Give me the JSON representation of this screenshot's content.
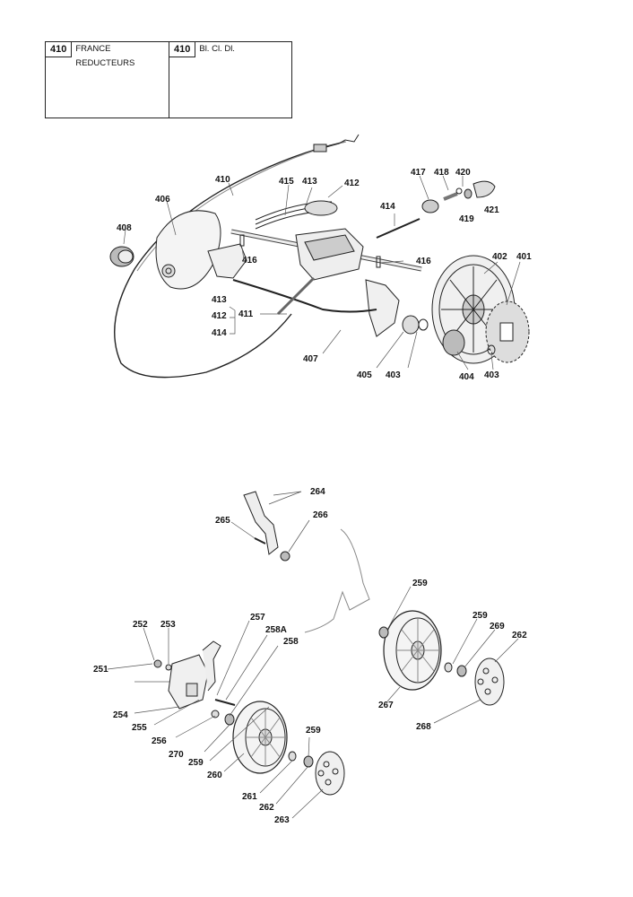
{
  "variants": [
    {
      "code": "410",
      "text": "FRANCE REDUCTEURS"
    },
    {
      "code": "410",
      "text": "Bl. Cl. Dl."
    }
  ],
  "labels": {
    "l410": "410",
    "l406": "406",
    "l408": "408",
    "l415": "415",
    "l413a": "413",
    "l412a": "412",
    "l417": "417",
    "l418": "418",
    "l420": "420",
    "l419": "419",
    "l421": "421",
    "l414a": "414",
    "l416a": "416",
    "l416b": "416",
    "l402": "402",
    "l401": "401",
    "l413b": "413",
    "l412b": "412",
    "l411": "411",
    "l414b": "414",
    "l407": "407",
    "l405": "405",
    "l403a": "403",
    "l404": "404",
    "l403b": "403",
    "l264": "264",
    "l265": "265",
    "l266": "266",
    "l259a": "259",
    "l252": "252",
    "l253": "253",
    "l257": "257",
    "l258A": "258A",
    "l258": "258",
    "l259b": "259",
    "l269": "269",
    "l262a": "262",
    "l251": "251",
    "l254": "254",
    "l255": "255",
    "l256": "256",
    "l270": "270",
    "l259c": "259",
    "l260": "260",
    "l259d": "259",
    "l267": "267",
    "l268": "268",
    "l261": "261",
    "l262b": "262",
    "l263": "263"
  }
}
